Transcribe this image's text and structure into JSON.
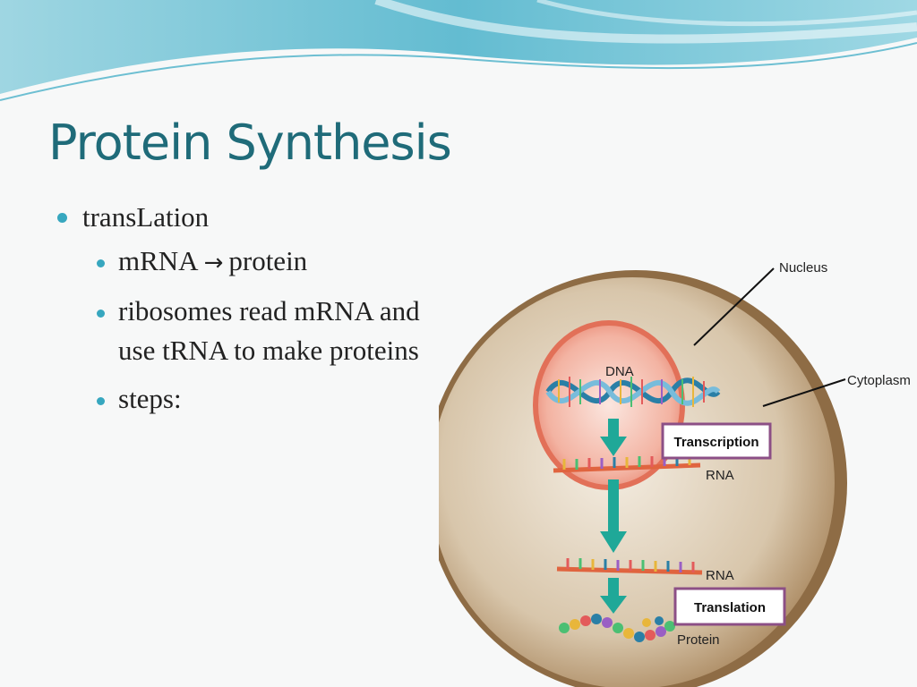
{
  "slide": {
    "title": "Protein Synthesis",
    "bullets": [
      {
        "text": "transLation",
        "sub": [
          {
            "text_before": "mRNA",
            "arrow": "→",
            "text_after": "protein"
          },
          {
            "text": "ribosomes read mRNA and use tRNA to make proteins"
          },
          {
            "text": "steps:"
          }
        ]
      }
    ]
  },
  "diagram": {
    "labels": {
      "nucleus": "Nucleus",
      "cytoplasm": "Cytoplasm",
      "dna": "DNA",
      "rna_1": "RNA",
      "rna_2": "RNA",
      "protein": "Protein"
    },
    "boxes": {
      "transcription": "Transcription",
      "translation": "Translation"
    }
  },
  "colors": {
    "title": "#1f6b79",
    "bullet": "#37a7bf",
    "wave": "#7ec8d8",
    "flow_arrow": "#1fa898",
    "box_border": "#8c4f86",
    "nucleus": "#e8806a",
    "cell": "#b79b72"
  }
}
